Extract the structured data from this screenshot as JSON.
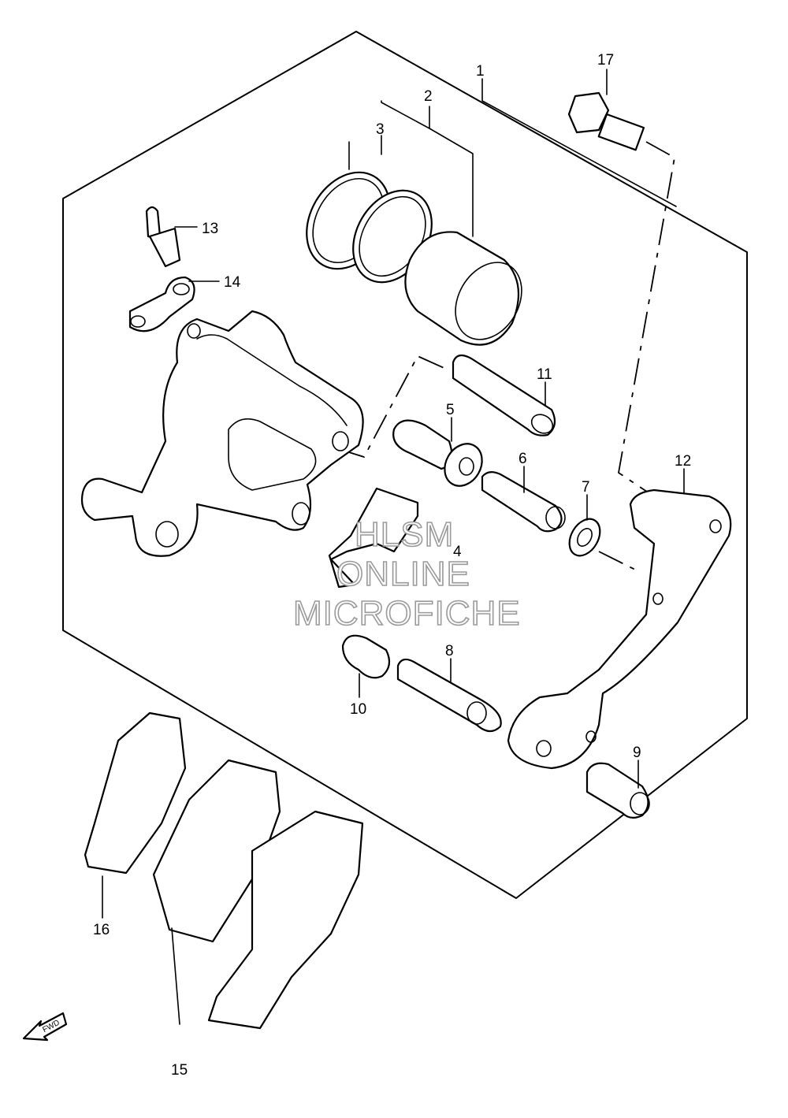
{
  "callouts": [
    "1",
    "2",
    "3",
    "4",
    "5",
    "6",
    "7",
    "8",
    "9",
    "10",
    "11",
    "12",
    "13",
    "14",
    "15",
    "16",
    "17"
  ],
  "watermark": {
    "line1": "HLSM",
    "line2": "ONLINE",
    "line3": "MICROFICHE"
  },
  "fwd_label": "FWD"
}
